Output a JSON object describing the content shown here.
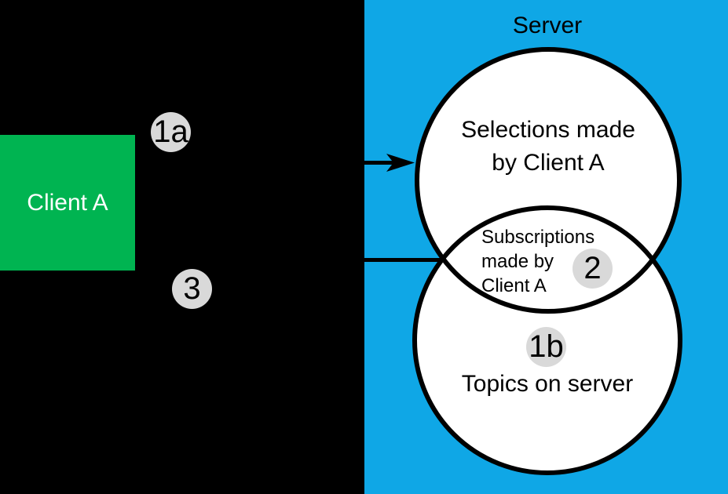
{
  "diagram": {
    "client_box": {
      "label": "Client A"
    },
    "server": {
      "title": "Server"
    },
    "top_circle": {
      "line1": "Selections made",
      "line2": "by Client A"
    },
    "overlap": {
      "line1": "Subscriptions",
      "line2": "made by",
      "line3": "Client A"
    },
    "bottom_circle": {
      "label": "Topics on server"
    },
    "badges": {
      "step_1a": "1a",
      "step_1b": "1b",
      "step_2": "2",
      "step_3": "3"
    }
  },
  "colors": {
    "background": "#000000",
    "server_bg": "#0FA7E6",
    "client_green": "#00B451",
    "circle_fill": "#FFFFFF",
    "badge_gray": "#D9D9D9",
    "stroke": "#000000",
    "text_dark": "#000000",
    "text_light": "#FFFFFF"
  }
}
